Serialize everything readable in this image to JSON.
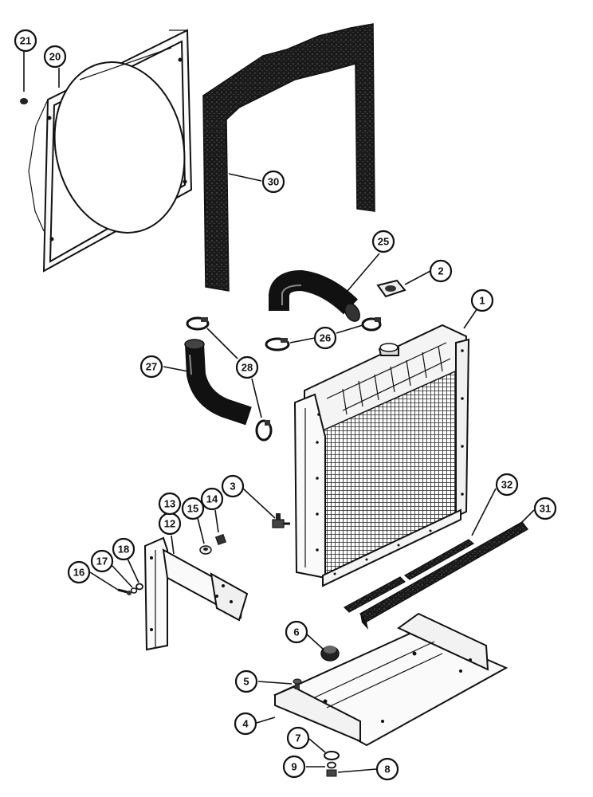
{
  "callouts": [
    {
      "id": "c1",
      "label": "1"
    },
    {
      "id": "c2",
      "label": "2"
    },
    {
      "id": "c3",
      "label": "3"
    },
    {
      "id": "c4",
      "label": "4"
    },
    {
      "id": "c5",
      "label": "5"
    },
    {
      "id": "c6",
      "label": "6"
    },
    {
      "id": "c7",
      "label": "7"
    },
    {
      "id": "c8",
      "label": "8"
    },
    {
      "id": "c9",
      "label": "9"
    },
    {
      "id": "c12",
      "label": "12"
    },
    {
      "id": "c13",
      "label": "13"
    },
    {
      "id": "c14",
      "label": "14"
    },
    {
      "id": "c15",
      "label": "15"
    },
    {
      "id": "c16",
      "label": "16"
    },
    {
      "id": "c17",
      "label": "17"
    },
    {
      "id": "c18",
      "label": "18"
    },
    {
      "id": "c20",
      "label": "20"
    },
    {
      "id": "c21",
      "label": "21"
    },
    {
      "id": "c25",
      "label": "25"
    },
    {
      "id": "c26",
      "label": "26"
    },
    {
      "id": "c27",
      "label": "27"
    },
    {
      "id": "c28",
      "label": "28"
    },
    {
      "id": "c30",
      "label": "30"
    },
    {
      "id": "c31",
      "label": "31"
    },
    {
      "id": "c32",
      "label": "32"
    }
  ]
}
